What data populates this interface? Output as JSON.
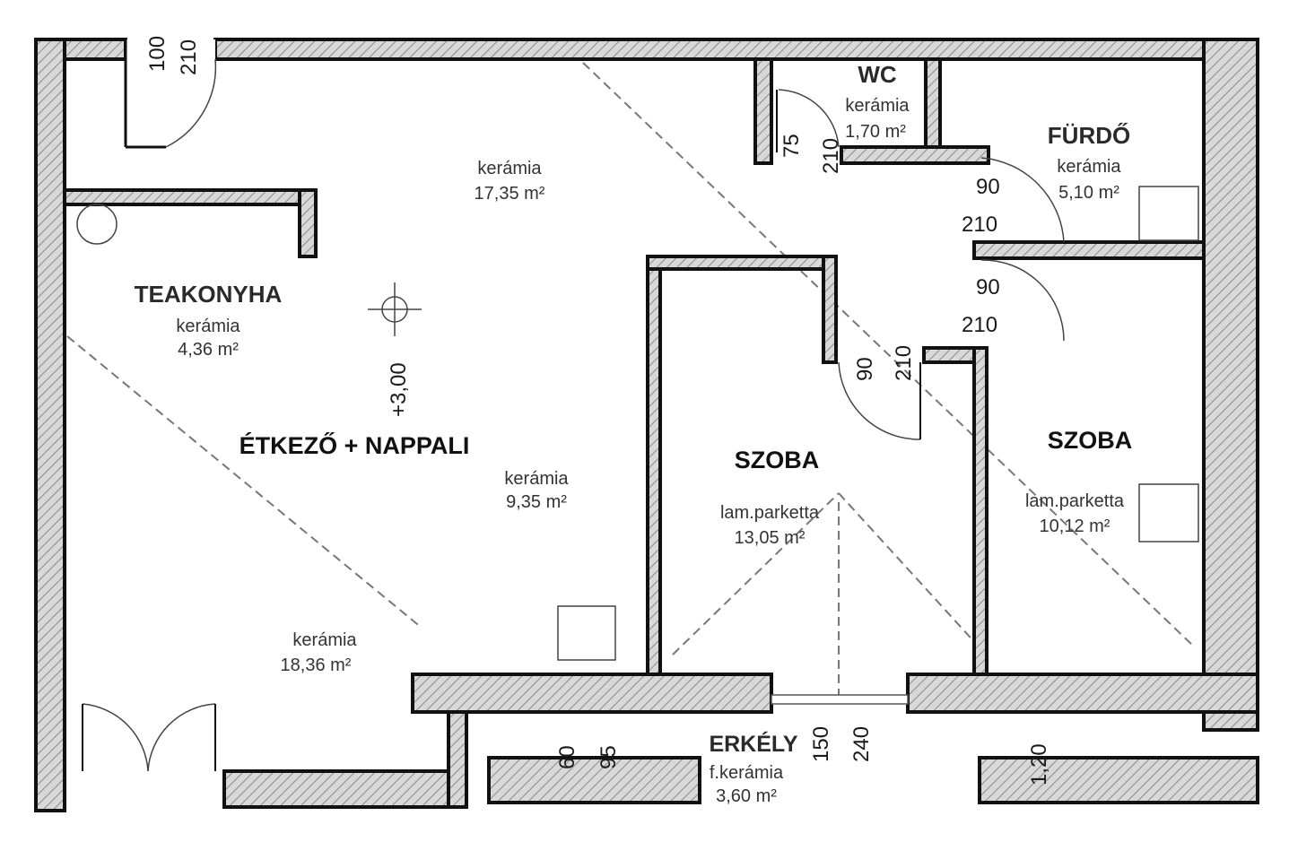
{
  "rooms": {
    "teakonyha": {
      "name": "TEAKONYHA",
      "material": "kerámia",
      "area": "4,36 m²"
    },
    "etkezo_nappali": {
      "name": "ÉTKEZŐ + NAPPALI",
      "material": "kerámia",
      "area": "9,35 m²"
    },
    "upper_hall": {
      "material": "kerámia",
      "area": "17,35 m²"
    },
    "lower_hall": {
      "material": "kerámia",
      "area": "18,36 m²"
    },
    "wc": {
      "name": "WC",
      "material": "kerámia",
      "area": "1,70 m²"
    },
    "furdo": {
      "name": "FÜRDŐ",
      "material": "kerámia",
      "area": "5,10 m²"
    },
    "szoba_1": {
      "name": "SZOBA",
      "material": "lam.parketta",
      "area": "13,05 m²"
    },
    "szoba_2": {
      "name": "SZOBA",
      "material": "lam.parketta",
      "area": "10,12 m²"
    },
    "erkely": {
      "name": "ERKÉLY",
      "material": "f.kerámia",
      "area": "3,60 m²"
    }
  },
  "level_mark": "+3,00",
  "dimensions": {
    "entry_width": "100",
    "entry_height": "210",
    "wc_width": "75",
    "wc_height": "210",
    "bath_width": "90",
    "bath_height": "210",
    "room2_width": "90",
    "room2_height": "210",
    "room1_width": "90",
    "room1_height": "210",
    "balcony_door_width": "150",
    "balcony_door_height": "240",
    "balcony_a": "60",
    "balcony_b": "95",
    "balcony_rail": "1,20"
  }
}
